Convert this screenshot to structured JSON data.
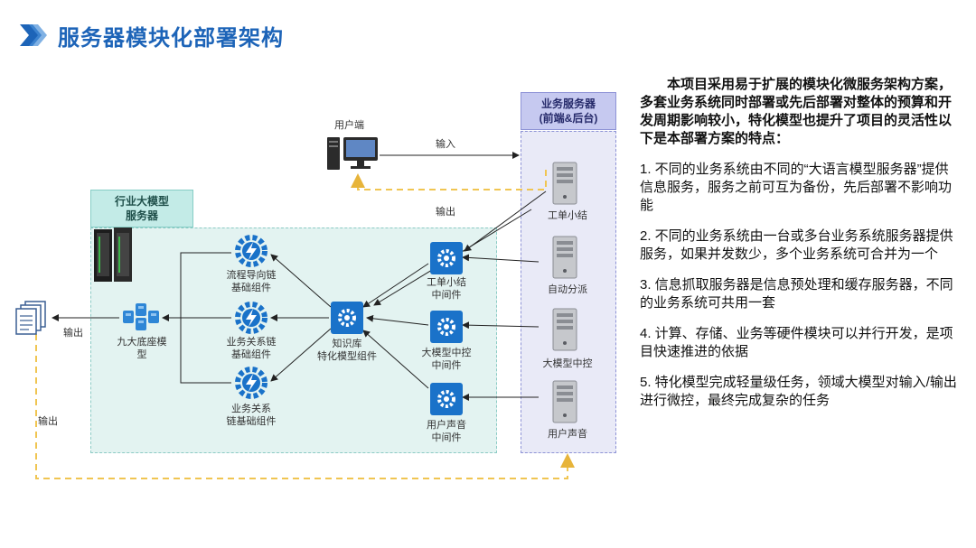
{
  "title": "服务器模块化部署架构",
  "zones": {
    "industry_model_server": "行业大模型\n服务器",
    "business_server": "业务服务器\n(前端&后台)"
  },
  "user_terminal": "用户端",
  "edges": {
    "input": "输入",
    "output_top": "输出",
    "output_left": "输出",
    "output_bottom": "输出"
  },
  "nodes": {
    "base_model": "九大底座模\n型",
    "flow_guide": "流程导向链\n基础组件",
    "biz_relation_chain": "业务关系链\n基础组件",
    "biz_relation_chain2": "业务关系\n链基础组件",
    "knowledge_base": "知识库\n特化模型组件",
    "ticket_summary_mw": "工单小结\n中间件",
    "model_control_mw": "大模型中控\n中间件",
    "user_voice_mw": "用户声音\n中间件"
  },
  "servers": {
    "s1": "工单小结",
    "s2": "自动分派",
    "s3": "大模型中控",
    "s4": "用户声音"
  },
  "description": {
    "intro": "本项目采用易于扩展的模块化微服务架构方案，多套业务系统同时部署或先后部署对整体的预算和开发周期影响较小，特化模型也提升了项目的灵活性以下是本部署方案的特点：",
    "points": [
      "1. 不同的业务系统由不同的“大语言模型服务器”提供信息服务，服务之前可互为备份，先后部署不影响功能",
      "2. 不同的业务系统由一台或多台业务系统服务器提供服务，如果并发数少，多个业务系统可合并为一个",
      "3. 信息抓取服务器是信息预处理和缓存服务器，不同的业务系统可共用一套",
      "4. 计算、存储、业务等硬件模块可以并行开发，是项目快速推进的依据",
      "5. 特化模型完成轻量级任务，领域大模型对输入/输出进行微控，最终完成复杂的任务"
    ]
  },
  "colors": {
    "title_blue": "#1d64b8",
    "node_blue": "#1a72c9",
    "arrow_dark": "#222222",
    "dashed_gold": "#f0c552"
  }
}
